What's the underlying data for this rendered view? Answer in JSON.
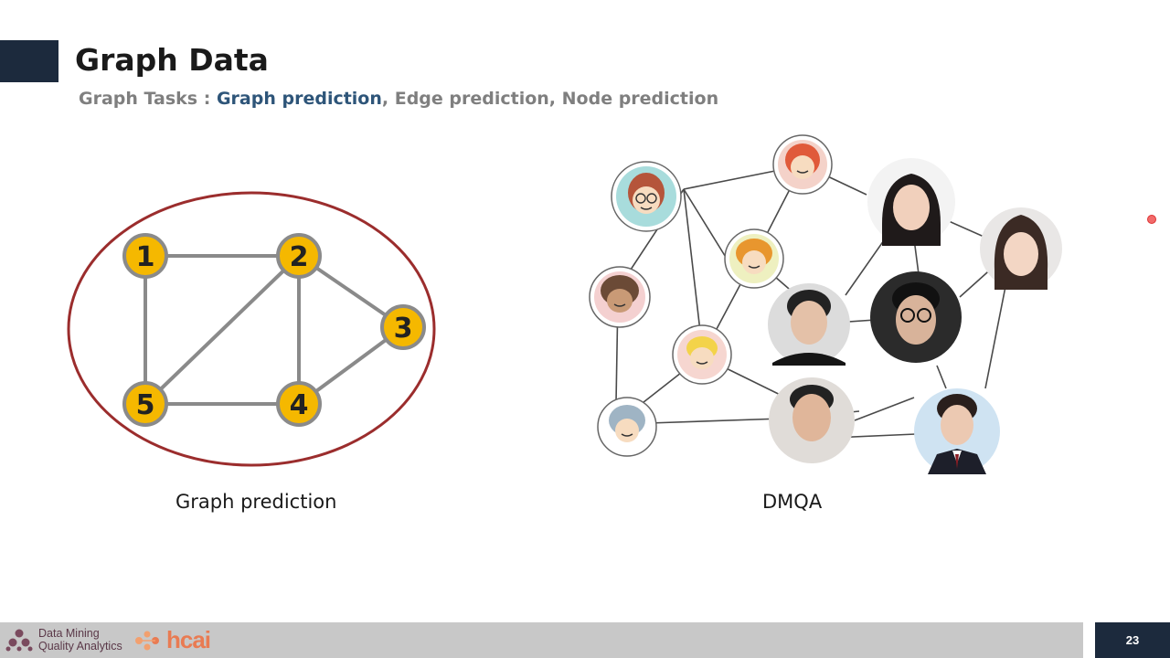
{
  "slide": {
    "title": "Graph Data",
    "subtitle_prefix": "Graph Tasks : ",
    "subtitle_highlight": "Graph prediction",
    "subtitle_rest": ", Edge prediction, Node prediction",
    "caption_left": "Graph prediction",
    "caption_right": "DMQA",
    "page_number": "23"
  },
  "graph": {
    "node_labels": [
      "1",
      "2",
      "3",
      "4",
      "5"
    ],
    "edges": [
      [
        "1",
        "2"
      ],
      [
        "1",
        "5"
      ],
      [
        "2",
        "3"
      ],
      [
        "2",
        "4"
      ],
      [
        "2",
        "5"
      ],
      [
        "3",
        "4"
      ],
      [
        "4",
        "5"
      ]
    ],
    "node_color": "#f5b800",
    "edge_color": "#8a8a8a",
    "ellipse_color": "#9b2d2d"
  },
  "footer": {
    "logo_line1": "Data Mining",
    "logo_line2": "Quality Analytics",
    "hcai_text": "hcai"
  },
  "colors": {
    "title_accent": "#1c2a3d",
    "subtitle_highlight": "#2e5579",
    "footer_bg": "#c8c8c8"
  }
}
